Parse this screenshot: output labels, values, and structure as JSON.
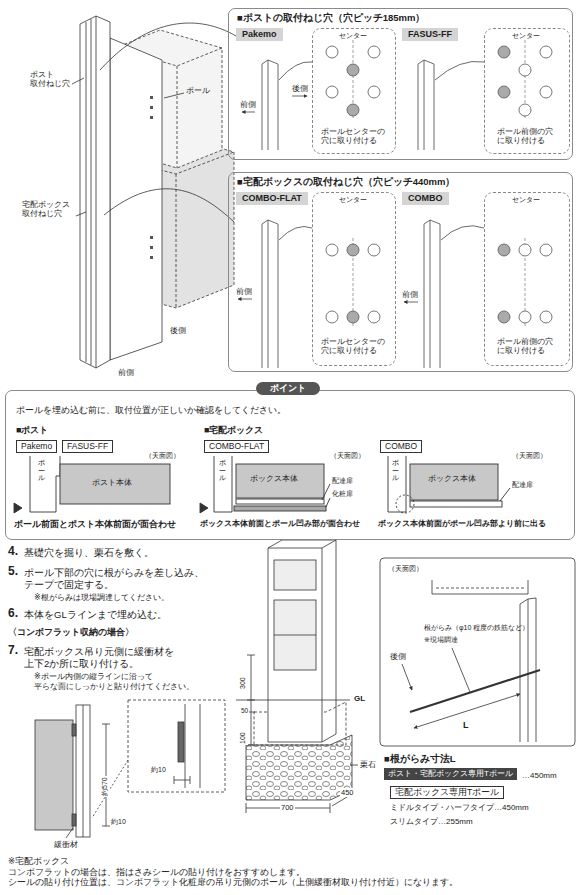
{
  "diagram": {
    "nodes": [
      {
        "text": [
          "■ポストの取付ねじ穴（穴ピッチ185mm）"
        ]
      },
      {
        "text": [
          "Pakemo"
        ],
        "in": 0
      },
      {
        "text": [
          "FASUS-FF"
        ],
        "in": 0
      },
      {
        "text": [
          "センター",
          "ポールセンターの穴に取り付ける"
        ],
        "in": 0
      },
      {
        "text": [
          "センター",
          "ポール前側の穴に取り付ける"
        ],
        "in": 0
      },
      {
        "text": [
          "■宅配ボックスの取付ねじ穴（穴ピッチ440mm）"
        ]
      },
      {
        "text": [
          "COMBO-FLAT"
        ],
        "in": 5
      },
      {
        "text": [
          "COMBO"
        ],
        "in": 5
      },
      {
        "text": [
          "センター",
          "ポールセンターの穴に取り付ける"
        ],
        "in": 5
      },
      {
        "text": [
          "センター",
          "ポール前側の穴に取り付ける"
        ],
        "in": 5
      },
      {
        "text": [
          "ポイント",
          "ポールを埋め込む前に、取付位置が正しいか確認をしてください。"
        ]
      },
      {
        "text": [
          "Pakemo"
        ],
        "in": 10
      },
      {
        "text": [
          "FASUS-FF"
        ],
        "in": 10
      },
      {
        "text": [
          "COMBO-FLAT"
        ],
        "in": 10
      },
      {
        "text": [
          "COMBO"
        ],
        "in": 10
      },
      {
        "text": [
          "ポスト・宅配ボックス専用Tポール"
        ]
      },
      {
        "text": [
          "宅配ボックス専用Tポール"
        ]
      }
    ],
    "labels": [
      "ポスト 取付ねじ穴",
      "ポール",
      "宅配ボックス 取付ねじ穴",
      "後側",
      "前側",
      "前側",
      "後側",
      "前側",
      "前側",
      "■ポスト",
      "■宅配ボックス",
      "ポール",
      "ポスト本体",
      "（天面図）",
      "ポール前面とポスト本体前面が面合わせ",
      "ポール",
      "ボックス本体",
      "（天面図）",
      "配達扉",
      "化粧扉",
      "ボックス本体前面とポール凹み部が面合わせ",
      "ポール",
      "ボックス本体",
      "（天面図）",
      "配達扉",
      "ボックス本体前面がポール凹み部より前に出る",
      "4.",
      "基礎穴を掘り、栗石を敷く。",
      "5.",
      "ポール下部の穴に根がらみを差し込み、 テープで固定する。",
      "※根がらみは現場調達してください。",
      "6.",
      "本体をGLラインまで埋め込む。",
      "〈コンボフラット収納の場合〉",
      "7.",
      "宅配ボックス吊り元側に緩衝材を 上下2か所に取り付ける。",
      "※ポール内側の縦ラインに沿って 平らな面にしっかりと貼り付けてください。",
      "約570",
      "約10",
      "約10",
      "緩衝材",
      "300",
      "50",
      "100",
      "GL",
      "栗石",
      "700",
      "450",
      "（天面図）",
      "根がらみ（φ10 程度の鉄筋など）",
      "※現場調達",
      "後側",
      "L",
      "■根がらみ寸法L",
      "…450mm",
      "ミドルタイプ・ハーフタイプ…450mm",
      "スリムタイプ…255mm",
      "※宅配ボックス コンボフラットの場合は、指はさみシールの貼り付けをおすすめします。 シールの貼り付け位置は、コンボフラット化粧扉の吊り元側のポール（上側緩衝材取り付け付近）になります。"
    ]
  }
}
